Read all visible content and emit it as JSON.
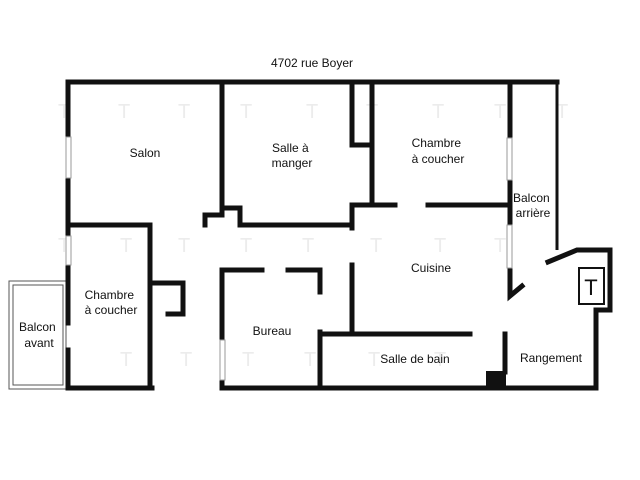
{
  "plan": {
    "address": "4702 rue Boyer",
    "brand_mark": "T",
    "rooms": {
      "salon": "Salon",
      "salle_a_manger": [
        "Salle à",
        "manger"
      ],
      "chambre_arriere": [
        "Chambre",
        "à coucher"
      ],
      "balcon_arriere": [
        "Balcon",
        "arrière"
      ],
      "cuisine": "Cuisine",
      "chambre_avant": [
        "Chambre",
        "à coucher"
      ],
      "balcon_avant": [
        "Balcon",
        "avant"
      ],
      "bureau": "Bureau",
      "salle_de_bain": "Salle de bain",
      "rangement": "Rangement"
    }
  }
}
